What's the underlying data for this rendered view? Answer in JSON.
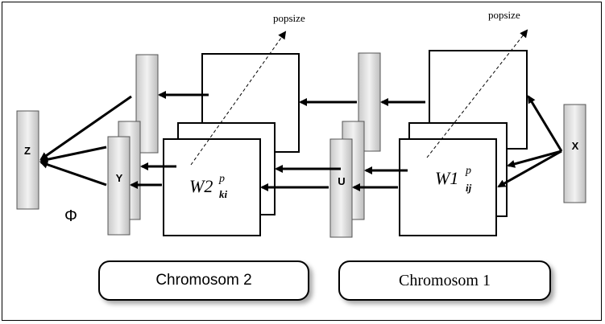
{
  "diagram": {
    "labels": {
      "z": "Z",
      "y": "Y",
      "u": "U",
      "x": "X",
      "phi": "Φ",
      "popsize_left": "popsize",
      "popsize_right": "popsize"
    },
    "weights": {
      "w2": {
        "base": "W2",
        "sup": "p",
        "sub": "ki"
      },
      "w1": {
        "base": "W1",
        "sup": "p",
        "sub": "ij"
      }
    },
    "chromosomes": {
      "left": "Chromosom 2",
      "right": "Chromosom 1"
    }
  }
}
